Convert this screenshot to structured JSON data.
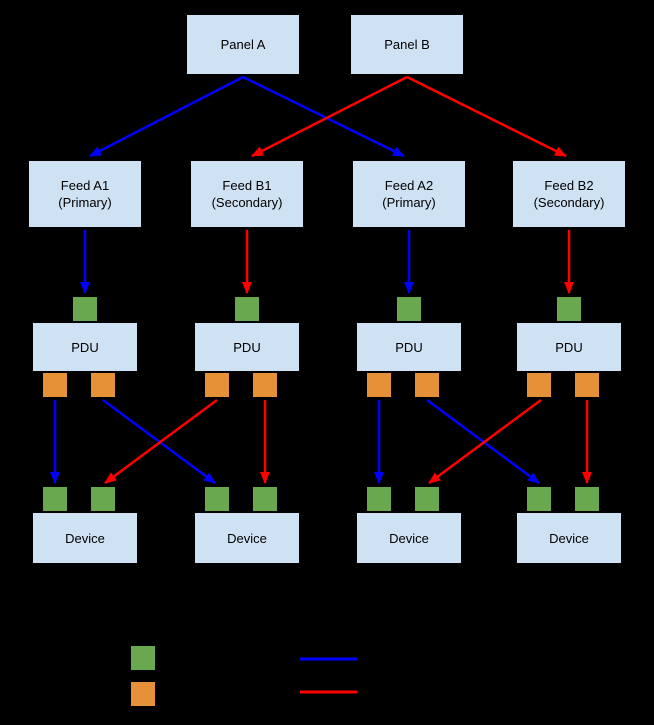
{
  "diagram": {
    "panels": [
      {
        "label": "Panel A"
      },
      {
        "label": "Panel B"
      }
    ],
    "feeds": [
      {
        "line1": "Feed A1",
        "line2": "(Primary)"
      },
      {
        "line1": "Feed B1",
        "line2": "(Secondary)"
      },
      {
        "line1": "Feed A2",
        "line2": "(Primary)"
      },
      {
        "line1": "Feed B2",
        "line2": "(Secondary)"
      }
    ],
    "pdus": [
      {
        "label": "PDU"
      },
      {
        "label": "PDU"
      },
      {
        "label": "PDU"
      },
      {
        "label": "PDU"
      }
    ],
    "devices": [
      {
        "label": "Device"
      },
      {
        "label": "Device"
      },
      {
        "label": "Device"
      },
      {
        "label": "Device"
      }
    ],
    "colors": {
      "background": "#000000",
      "node_fill": "#cfe2f3",
      "node_border": "#000000",
      "input_port_green": "#6aa84f",
      "output_port_orange": "#e69138",
      "primary_path_blue": "#0000ff",
      "secondary_path_red": "#ff0000"
    },
    "legend": {
      "swatches": [
        {
          "name": "green-port-swatch",
          "color": "#6aa84f"
        },
        {
          "name": "orange-port-swatch",
          "color": "#e69138"
        }
      ],
      "lines": [
        {
          "name": "blue-path-sample",
          "color": "#0000ff"
        },
        {
          "name": "red-path-sample",
          "color": "#ff0000"
        }
      ]
    }
  }
}
